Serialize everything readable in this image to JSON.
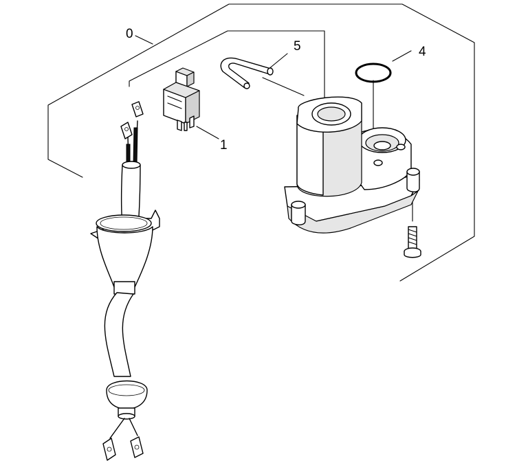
{
  "callouts": {
    "c0": "0",
    "c1": "1",
    "c4": "4",
    "c5": "5"
  },
  "colors": {
    "line": "#000000",
    "background": "#ffffff",
    "shade": "#e6e6e6"
  }
}
